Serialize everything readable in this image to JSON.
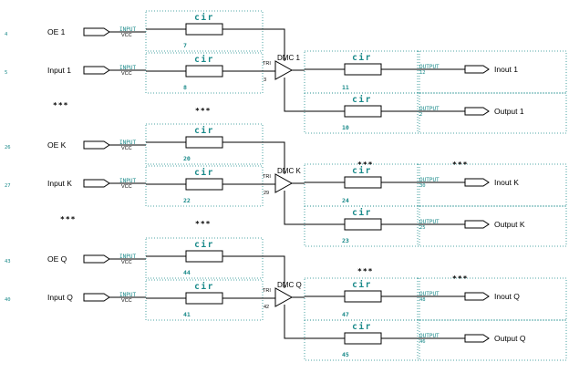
{
  "groups": [
    {
      "oe": {
        "pin": "4",
        "label": "OE 1"
      },
      "input": {
        "pin": "5",
        "label": "Input 1"
      },
      "buffer_label": "DMC 1",
      "tri_tag": "TRI",
      "buffer_pin": "3",
      "oe_cir_num": "7",
      "in_cir_num": "8",
      "out_cir_num": "11",
      "fb_cir_num": "10",
      "inout": {
        "pin": "12",
        "label": "Inout 1"
      },
      "output": {
        "pin": "2",
        "label": "Output 1"
      }
    },
    {
      "oe": {
        "pin": "26",
        "label": "OE K"
      },
      "input": {
        "pin": "27",
        "label": "Input K"
      },
      "buffer_label": "DMC K",
      "tri_tag": "TRI",
      "buffer_pin": "29",
      "oe_cir_num": "20",
      "in_cir_num": "22",
      "out_cir_num": "24",
      "fb_cir_num": "23",
      "inout": {
        "pin": "30",
        "label": "Inout K"
      },
      "output": {
        "pin": "25",
        "label": "Output K"
      }
    },
    {
      "oe": {
        "pin": "43",
        "label": "OE Q"
      },
      "input": {
        "pin": "40",
        "label": "Input Q"
      },
      "buffer_label": "DMC Q",
      "tri_tag": "TRI",
      "buffer_pin": "42",
      "oe_cir_num": "44",
      "in_cir_num": "41",
      "out_cir_num": "47",
      "fb_cir_num": "45",
      "inout": {
        "pin": "48",
        "label": "Inout Q"
      },
      "output": {
        "pin": "46",
        "label": "Output Q"
      }
    }
  ],
  "labels": {
    "input_tag": "INPUT",
    "vcc_tag": "VCC",
    "output_tag": "OUTPUT",
    "cir_text": "cir",
    "ellipsis": "***"
  }
}
